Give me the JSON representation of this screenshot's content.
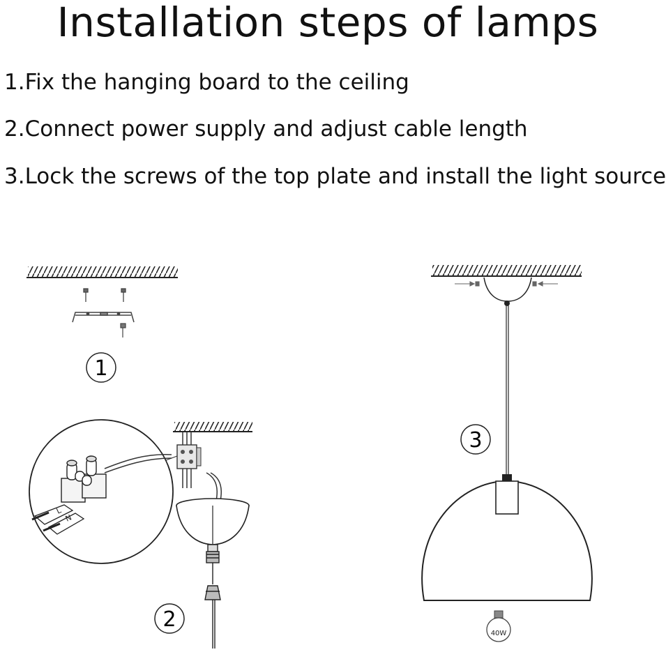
{
  "title": "Installation steps of lamps",
  "steps": [
    "1.Fix the hanging board to the ceiling",
    "2.Connect power supply and adjust cable length",
    "3.Lock the screws of the top plate and install the light source"
  ],
  "figures": {
    "fig1_number": "1",
    "fig2_number": "2",
    "fig3_number": "3",
    "bulb_label": "40W",
    "terminal_labels": [
      "L",
      "N"
    ]
  }
}
